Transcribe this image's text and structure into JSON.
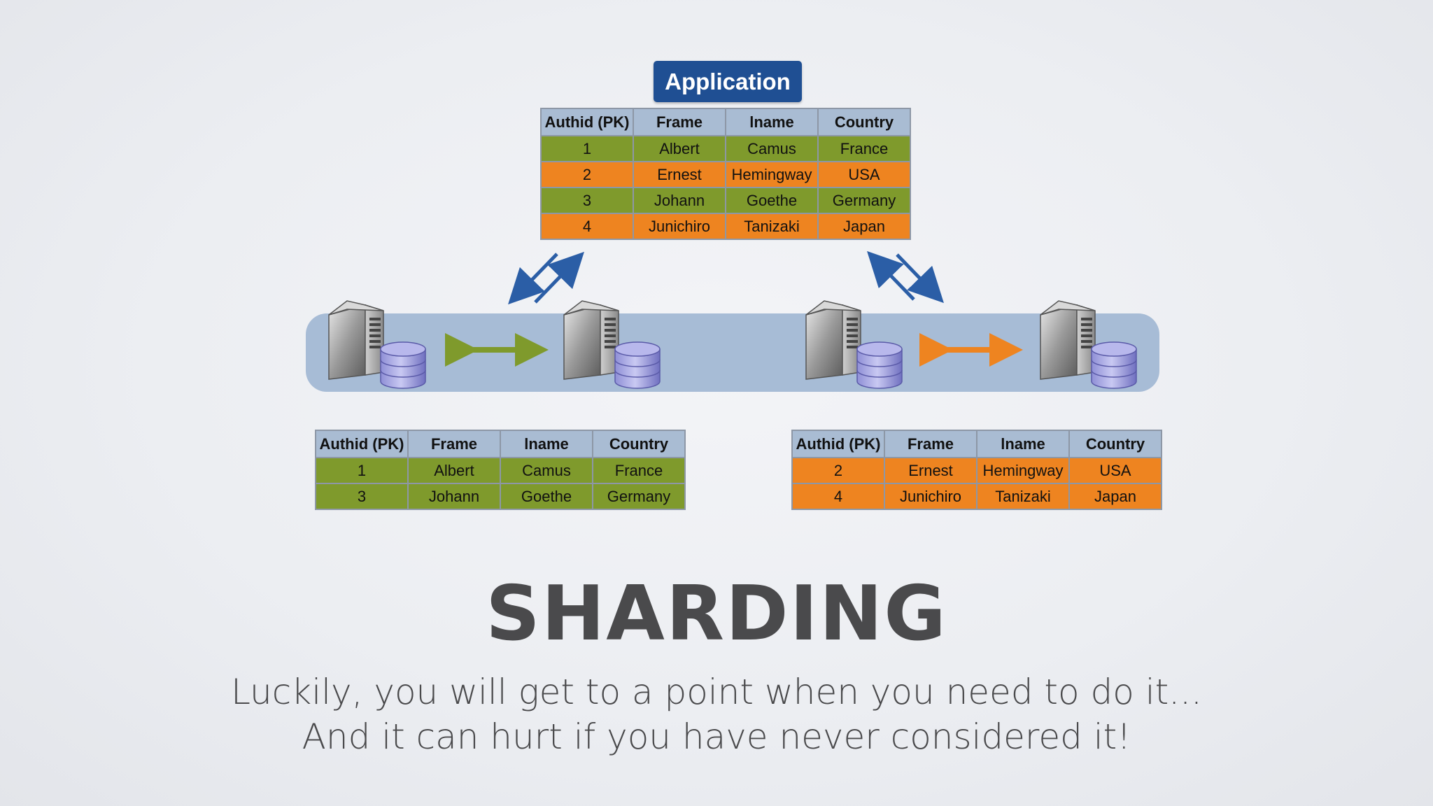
{
  "application_label": "Application",
  "columns": [
    "Authid (PK)",
    "Frame",
    "lname",
    "Country"
  ],
  "main_table": [
    {
      "id": "1",
      "frame": "Albert",
      "lname": "Camus",
      "country": "France",
      "color": "#7f9a2c"
    },
    {
      "id": "2",
      "frame": "Ernest",
      "lname": "Hemingway",
      "country": "USA",
      "color": "#ee8420"
    },
    {
      "id": "3",
      "frame": "Johann",
      "lname": "Goethe",
      "country": "Germany",
      "color": "#7f9a2c"
    },
    {
      "id": "4",
      "frame": "Junichiro",
      "lname": "Tanizaki",
      "country": "Japan",
      "color": "#ee8420"
    }
  ],
  "shard_left": [
    {
      "id": "1",
      "frame": "Albert",
      "lname": "Camus",
      "country": "France"
    },
    {
      "id": "3",
      "frame": "Johann",
      "lname": "Goethe",
      "country": "Germany"
    }
  ],
  "shard_right": [
    {
      "id": "2",
      "frame": "Ernest",
      "lname": "Hemingway",
      "country": "USA"
    },
    {
      "id": "4",
      "frame": "Junichiro",
      "lname": "Tanizaki",
      "country": "Japan"
    }
  ],
  "colors": {
    "shard_a": "#7f9a2c",
    "shard_b": "#ee8420",
    "arrow_blue": "#2b5ea6",
    "header": "#a9bcd3",
    "app_button": "#1f4f93",
    "band": "#a7bcd6"
  },
  "icons": [
    "server-icon",
    "database-icon"
  ],
  "title": "SHARDING",
  "subtitle_line1": "Luckily, you will get to a point when you need to do it...",
  "subtitle_line2": "And it can hurt if you have never considered it!"
}
